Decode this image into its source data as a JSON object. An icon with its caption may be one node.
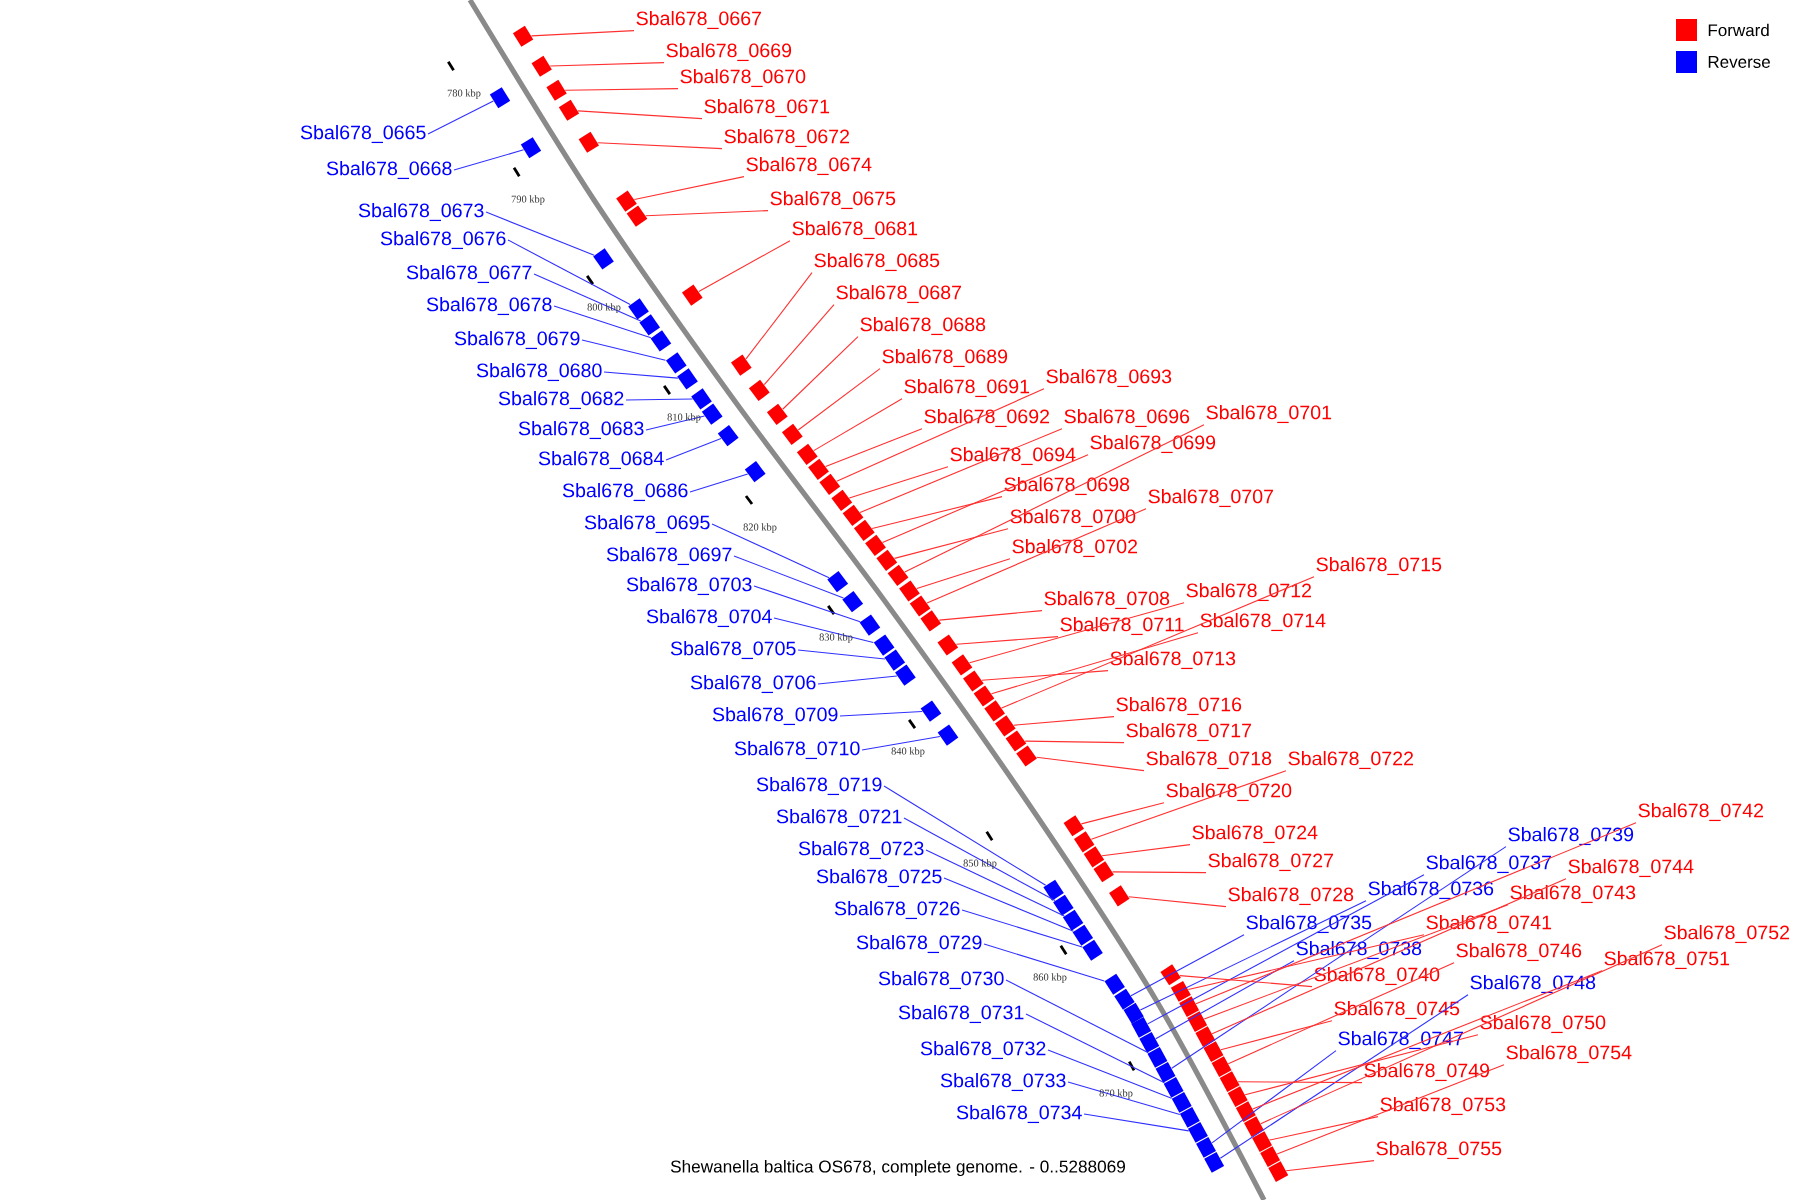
{
  "diagram": {
    "caption": "Shewanella baltica OS678, complete genome. - 0..5288069",
    "nodes": [
      {
        "text": [
          "Sbal678_0665"
        ]
      },
      {
        "text": [
          "Sbal678_0667"
        ]
      },
      {
        "text": [
          "Sbal678_0668"
        ]
      },
      {
        "text": [
          "Sbal678_0669"
        ]
      },
      {
        "text": [
          "Sbal678_0670"
        ]
      },
      {
        "text": [
          "Sbal678_0671"
        ]
      },
      {
        "text": [
          "Sbal678_0672"
        ]
      },
      {
        "text": [
          "Sbal678_0673"
        ]
      },
      {
        "text": [
          "Sbal678_0674"
        ]
      },
      {
        "text": [
          "Sbal678_0675"
        ]
      },
      {
        "text": [
          "Sbal678_0676"
        ]
      },
      {
        "text": [
          "Sbal678_0677"
        ]
      },
      {
        "text": [
          "Sbal678_0678"
        ]
      },
      {
        "text": [
          "Sbal678_0679"
        ]
      },
      {
        "text": [
          "Sbal678_0680"
        ]
      },
      {
        "text": [
          "Sbal678_0681"
        ]
      },
      {
        "text": [
          "Sbal678_0682"
        ]
      },
      {
        "text": [
          "Sbal678_0683"
        ]
      },
      {
        "text": [
          "Sbal678_0684"
        ]
      },
      {
        "text": [
          "Sbal678_0685"
        ]
      },
      {
        "text": [
          "Sbal678_0686"
        ]
      },
      {
        "text": [
          "Sbal678_0687"
        ]
      },
      {
        "text": [
          "Sbal678_0688"
        ]
      },
      {
        "text": [
          "Sbal678_0689"
        ]
      },
      {
        "text": [
          "Sbal678_0691"
        ]
      },
      {
        "text": [
          "Sbal678_0692"
        ]
      },
      {
        "text": [
          "Sbal678_0693"
        ]
      },
      {
        "text": [
          "Sbal678_0694"
        ]
      },
      {
        "text": [
          "Sbal678_0695"
        ]
      },
      {
        "text": [
          "Sbal678_0696"
        ]
      },
      {
        "text": [
          "Sbal678_0697"
        ]
      },
      {
        "text": [
          "Sbal678_0698"
        ]
      },
      {
        "text": [
          "Sbal678_0699"
        ]
      },
      {
        "text": [
          "Sbal678_0700"
        ]
      },
      {
        "text": [
          "Sbal678_0701"
        ]
      },
      {
        "text": [
          "Sbal678_0702"
        ]
      },
      {
        "text": [
          "Sbal678_0703"
        ]
      },
      {
        "text": [
          "Sbal678_0704"
        ]
      },
      {
        "text": [
          "Sbal678_0705"
        ]
      },
      {
        "text": [
          "Sbal678_0706"
        ]
      },
      {
        "text": [
          "Sbal678_0707"
        ]
      },
      {
        "text": [
          "Sbal678_0708"
        ]
      },
      {
        "text": [
          "Sbal678_0709"
        ]
      },
      {
        "text": [
          "Sbal678_0710"
        ]
      },
      {
        "text": [
          "Sbal678_0711"
        ]
      },
      {
        "text": [
          "Sbal678_0712"
        ]
      },
      {
        "text": [
          "Sbal678_0713"
        ]
      },
      {
        "text": [
          "Sbal678_0714"
        ]
      },
      {
        "text": [
          "Sbal678_0715"
        ]
      },
      {
        "text": [
          "Sbal678_0716"
        ]
      },
      {
        "text": [
          "Sbal678_0717"
        ]
      },
      {
        "text": [
          "Sbal678_0718"
        ]
      },
      {
        "text": [
          "Sbal678_0719"
        ]
      },
      {
        "text": [
          "Sbal678_0720"
        ]
      },
      {
        "text": [
          "Sbal678_0721"
        ]
      },
      {
        "text": [
          "Sbal678_0722"
        ]
      },
      {
        "text": [
          "Sbal678_0723"
        ]
      },
      {
        "text": [
          "Sbal678_0724"
        ]
      },
      {
        "text": [
          "Sbal678_0725"
        ]
      },
      {
        "text": [
          "Sbal678_0726"
        ]
      },
      {
        "text": [
          "Sbal678_0727"
        ]
      },
      {
        "text": [
          "Sbal678_0728"
        ]
      },
      {
        "text": [
          "Sbal678_0729"
        ]
      },
      {
        "text": [
          "Sbal678_0730"
        ]
      },
      {
        "text": [
          "Sbal678_0731"
        ]
      },
      {
        "text": [
          "Sbal678_0732"
        ]
      },
      {
        "text": [
          "Sbal678_0733"
        ]
      },
      {
        "text": [
          "Sbal678_0734"
        ]
      },
      {
        "text": [
          "Sbal678_0735"
        ]
      },
      {
        "text": [
          "Sbal678_0736"
        ]
      },
      {
        "text": [
          "Sbal678_0737"
        ]
      },
      {
        "text": [
          "Sbal678_0738"
        ]
      },
      {
        "text": [
          "Sbal678_0739"
        ]
      },
      {
        "text": [
          "Sbal678_0740"
        ]
      },
      {
        "text": [
          "Sbal678_0741"
        ]
      },
      {
        "text": [
          "Sbal678_0742"
        ]
      },
      {
        "text": [
          "Sbal678_0743"
        ]
      },
      {
        "text": [
          "Sbal678_0744"
        ]
      },
      {
        "text": [
          "Sbal678_0745"
        ]
      },
      {
        "text": [
          "Sbal678_0746"
        ]
      },
      {
        "text": [
          "Sbal678_0747"
        ]
      },
      {
        "text": [
          "Sbal678_0748"
        ]
      },
      {
        "text": [
          "Sbal678_0749"
        ]
      },
      {
        "text": [
          "Sbal678_0750"
        ]
      },
      {
        "text": [
          "Sbal678_0751"
        ]
      },
      {
        "text": [
          "Sbal678_0752"
        ]
      },
      {
        "text": [
          "Sbal678_0753"
        ]
      },
      {
        "text": [
          "Sbal678_0754"
        ]
      },
      {
        "text": [
          "Sbal678_0755"
        ]
      },
      {
        "text": [],
        "shape": "box"
      },
      {
        "text": [],
        "shape": "box"
      },
      {
        "text": [],
        "shape": "box"
      },
      {
        "text": [],
        "shape": "box"
      },
      {
        "text": [],
        "shape": "box"
      },
      {
        "text": [],
        "shape": "box"
      },
      {
        "text": [],
        "shape": "box"
      },
      {
        "text": [],
        "shape": "box"
      },
      {
        "text": [],
        "shape": "box"
      },
      {
        "text": [],
        "shape": "box"
      },
      {
        "text": [],
        "shape": "box"
      },
      {
        "text": [],
        "shape": "box"
      },
      {
        "text": [],
        "shape": "box"
      },
      {
        "text": [],
        "shape": "box"
      },
      {
        "text": [],
        "shape": "box"
      },
      {
        "text": [],
        "shape": "box"
      },
      {
        "text": [],
        "shape": "box"
      },
      {
        "text": [],
        "shape": "box"
      },
      {
        "text": [],
        "shape": "box"
      },
      {
        "text": [],
        "shape": "box"
      },
      {
        "text": [],
        "shape": "box"
      },
      {
        "text": [],
        "shape": "box"
      },
      {
        "text": [],
        "shape": "box"
      },
      {
        "text": [],
        "shape": "box"
      },
      {
        "text": [],
        "shape": "box"
      },
      {
        "text": [],
        "shape": "box"
      },
      {
        "text": [],
        "shape": "box"
      },
      {
        "text": [],
        "shape": "box"
      },
      {
        "text": [],
        "shape": "box"
      },
      {
        "text": [],
        "shape": "box"
      },
      {
        "text": [],
        "shape": "box"
      },
      {
        "text": [],
        "shape": "box"
      },
      {
        "text": [],
        "shape": "box"
      },
      {
        "text": [],
        "shape": "box"
      },
      {
        "text": [],
        "shape": "box"
      },
      {
        "text": [],
        "shape": "box"
      },
      {
        "text": [],
        "shape": "box"
      },
      {
        "text": [],
        "shape": "box"
      },
      {
        "text": [],
        "shape": "box"
      },
      {
        "text": [],
        "shape": "box"
      },
      {
        "text": [],
        "shape": "box"
      },
      {
        "text": [],
        "shape": "box"
      },
      {
        "text": [],
        "shape": "box"
      },
      {
        "text": [],
        "shape": "box"
      },
      {
        "text": [],
        "shape": "box"
      },
      {
        "text": [],
        "shape": "box"
      },
      {
        "text": [],
        "shape": "box"
      },
      {
        "text": [],
        "shape": "box"
      },
      {
        "text": [],
        "shape": "box"
      },
      {
        "text": [],
        "shape": "box"
      },
      {
        "text": [],
        "shape": "box"
      },
      {
        "text": [],
        "shape": "box"
      },
      {
        "text": [],
        "shape": "box"
      },
      {
        "text": [],
        "shape": "box"
      },
      {
        "text": [],
        "shape": "box"
      },
      {
        "text": [],
        "shape": "box"
      },
      {
        "text": [],
        "shape": "box"
      },
      {
        "text": [],
        "shape": "box"
      },
      {
        "text": [],
        "shape": "box"
      },
      {
        "text": [],
        "shape": "box"
      },
      {
        "text": [],
        "shape": "box"
      },
      {
        "text": [],
        "shape": "box"
      },
      {
        "text": [],
        "shape": "box"
      },
      {
        "text": [],
        "shape": "box"
      },
      {
        "text": [],
        "shape": "box"
      },
      {
        "text": [],
        "shape": "box"
      },
      {
        "text": [],
        "shape": "box"
      },
      {
        "text": [],
        "shape": "box"
      },
      {
        "text": [],
        "shape": "box"
      },
      {
        "text": [],
        "shape": "box"
      },
      {
        "text": [],
        "shape": "box"
      },
      {
        "text": [],
        "shape": "box"
      },
      {
        "text": [],
        "shape": "box"
      },
      {
        "text": [],
        "shape": "box"
      },
      {
        "text": [],
        "shape": "box"
      },
      {
        "text": [],
        "shape": "box"
      },
      {
        "text": [],
        "shape": "box"
      },
      {
        "text": [],
        "shape": "box"
      },
      {
        "text": [],
        "shape": "box"
      },
      {
        "text": [],
        "shape": "box"
      },
      {
        "text": [],
        "shape": "box"
      },
      {
        "text": [],
        "shape": "box"
      },
      {
        "text": [],
        "shape": "box"
      },
      {
        "text": [],
        "shape": "box"
      },
      {
        "text": [],
        "shape": "box"
      },
      {
        "text": [],
        "shape": "box"
      },
      {
        "text": [],
        "shape": "box"
      },
      {
        "text": [],
        "shape": "box"
      },
      {
        "text": [],
        "shape": "box"
      }
    ],
    "edges": [
      {
        "from": 0,
        "to": 89,
        "arrow": "none",
        "color": "#3030ff"
      },
      {
        "from": 1,
        "to": 90,
        "arrow": "none"
      },
      {
        "from": 2,
        "to": 91,
        "arrow": "none",
        "color": "#3030ff"
      },
      {
        "from": 3,
        "to": 92,
        "arrow": "none"
      },
      {
        "from": 4,
        "to": 93,
        "arrow": "none"
      },
      {
        "from": 5,
        "to": 94,
        "arrow": "none"
      },
      {
        "from": 6,
        "to": 95,
        "arrow": "none"
      },
      {
        "from": 7,
        "to": 96,
        "arrow": "none",
        "color": "#3030ff"
      },
      {
        "from": 8,
        "to": 97,
        "arrow": "none"
      },
      {
        "from": 9,
        "to": 98,
        "arrow": "none"
      },
      {
        "from": 10,
        "to": 99,
        "arrow": "none",
        "color": "#3030ff"
      },
      {
        "from": 11,
        "to": 100,
        "arrow": "none",
        "color": "#3030ff"
      },
      {
        "from": 12,
        "to": 101,
        "arrow": "none",
        "color": "#3030ff"
      },
      {
        "from": 13,
        "to": 102,
        "arrow": "none",
        "color": "#3030ff"
      },
      {
        "from": 14,
        "to": 103,
        "arrow": "none",
        "color": "#3030ff"
      },
      {
        "from": 15,
        "to": 104,
        "arrow": "none"
      },
      {
        "from": 16,
        "to": 105,
        "arrow": "none",
        "color": "#3030ff"
      },
      {
        "from": 17,
        "to": 106,
        "arrow": "none",
        "color": "#3030ff"
      },
      {
        "from": 18,
        "to": 107,
        "arrow": "none",
        "color": "#3030ff"
      },
      {
        "from": 19,
        "to": 108,
        "arrow": "none"
      },
      {
        "from": 20,
        "to": 109,
        "arrow": "none",
        "color": "#3030ff"
      },
      {
        "from": 21,
        "to": 110,
        "arrow": "none"
      },
      {
        "from": 22,
        "to": 111,
        "arrow": "none"
      },
      {
        "from": 23,
        "to": 112,
        "arrow": "none"
      },
      {
        "from": 24,
        "to": 113,
        "arrow": "none"
      },
      {
        "from": 25,
        "to": 114,
        "arrow": "none"
      },
      {
        "from": 26,
        "to": 115,
        "arrow": "none"
      },
      {
        "from": 27,
        "to": 116,
        "arrow": "none"
      },
      {
        "from": 28,
        "to": 117,
        "arrow": "none",
        "color": "#3030ff"
      },
      {
        "from": 29,
        "to": 118,
        "arrow": "none"
      },
      {
        "from": 30,
        "to": 119,
        "arrow": "none",
        "color": "#3030ff"
      },
      {
        "from": 31,
        "to": 120,
        "arrow": "none"
      },
      {
        "from": 32,
        "to": 121,
        "arrow": "none"
      },
      {
        "from": 33,
        "to": 122,
        "arrow": "none"
      },
      {
        "from": 34,
        "to": 123,
        "arrow": "none"
      },
      {
        "from": 35,
        "to": 124,
        "arrow": "none"
      },
      {
        "from": 36,
        "to": 125,
        "arrow": "none",
        "color": "#3030ff"
      },
      {
        "from": 37,
        "to": 126,
        "arrow": "none",
        "color": "#3030ff"
      },
      {
        "from": 38,
        "to": 127,
        "arrow": "none",
        "color": "#3030ff"
      },
      {
        "from": 39,
        "to": 128,
        "arrow": "none",
        "color": "#3030ff"
      },
      {
        "from": 40,
        "to": 129,
        "arrow": "none"
      },
      {
        "from": 41,
        "to": 130,
        "arrow": "none"
      },
      {
        "from": 42,
        "to": 131,
        "arrow": "none",
        "color": "#3030ff"
      },
      {
        "from": 43,
        "to": 132,
        "arrow": "none",
        "color": "#3030ff"
      },
      {
        "from": 44,
        "to": 133,
        "arrow": "none"
      },
      {
        "from": 45,
        "to": 134,
        "arrow": "none"
      },
      {
        "from": 46,
        "to": 135,
        "arrow": "none"
      },
      {
        "from": 47,
        "to": 136,
        "arrow": "none"
      },
      {
        "from": 48,
        "to": 137,
        "arrow": "none"
      },
      {
        "from": 49,
        "to": 138,
        "arrow": "none"
      },
      {
        "from": 50,
        "to": 139,
        "arrow": "none"
      },
      {
        "from": 51,
        "to": 140,
        "arrow": "none"
      },
      {
        "from": 52,
        "to": 141,
        "arrow": "none",
        "color": "#3030ff"
      },
      {
        "from": 53,
        "to": 142,
        "arrow": "none"
      },
      {
        "from": 54,
        "to": 143,
        "arrow": "none",
        "color": "#3030ff"
      },
      {
        "from": 55,
        "to": 144,
        "arrow": "none"
      },
      {
        "from": 56,
        "to": 145,
        "arrow": "none",
        "color": "#3030ff"
      },
      {
        "from": 57,
        "to": 146,
        "arrow": "none"
      },
      {
        "from": 58,
        "to": 147,
        "arrow": "none",
        "color": "#3030ff"
      },
      {
        "from": 59,
        "to": 148,
        "arrow": "none",
        "color": "#3030ff"
      },
      {
        "from": 60,
        "to": 149,
        "arrow": "none"
      },
      {
        "from": 61,
        "to": 150,
        "arrow": "none"
      },
      {
        "from": 62,
        "to": 151,
        "arrow": "none",
        "color": "#3030ff"
      },
      {
        "from": 63,
        "to": 152,
        "arrow": "none",
        "color": "#3030ff"
      },
      {
        "from": 64,
        "to": 153,
        "arrow": "none",
        "color": "#3030ff"
      },
      {
        "from": 65,
        "to": 154,
        "arrow": "none",
        "color": "#3030ff"
      },
      {
        "from": 66,
        "to": 155,
        "arrow": "none",
        "color": "#3030ff"
      },
      {
        "from": 67,
        "to": 156,
        "arrow": "none",
        "color": "#3030ff"
      },
      {
        "from": 68,
        "to": 157,
        "arrow": "none",
        "color": "#3030ff"
      },
      {
        "from": 69,
        "to": 158,
        "arrow": "none",
        "color": "#3030ff"
      },
      {
        "from": 70,
        "to": 159,
        "arrow": "none",
        "color": "#3030ff"
      },
      {
        "from": 71,
        "to": 160,
        "arrow": "none",
        "color": "#3030ff"
      },
      {
        "from": 72,
        "to": 161,
        "arrow": "none",
        "color": "#3030ff"
      },
      {
        "from": 73,
        "to": 162,
        "arrow": "none"
      },
      {
        "from": 74,
        "to": 163,
        "arrow": "none"
      },
      {
        "from": 75,
        "to": 164,
        "arrow": "none"
      },
      {
        "from": 76,
        "to": 165,
        "arrow": "none"
      },
      {
        "from": 77,
        "to": 166,
        "arrow": "none"
      },
      {
        "from": 78,
        "to": 167,
        "arrow": "none"
      },
      {
        "from": 79,
        "to": 168,
        "arrow": "none"
      },
      {
        "from": 80,
        "to": 169,
        "arrow": "none",
        "color": "#3030ff"
      },
      {
        "from": 81,
        "to": 170,
        "arrow": "none",
        "color": "#3030ff"
      },
      {
        "from": 82,
        "to": 171,
        "arrow": "none"
      },
      {
        "from": 83,
        "to": 172,
        "arrow": "none"
      },
      {
        "from": 84,
        "to": 173,
        "arrow": "none"
      },
      {
        "from": 85,
        "to": 174,
        "arrow": "none"
      },
      {
        "from": 86,
        "to": 175,
        "arrow": "none"
      },
      {
        "from": 87,
        "to": 176,
        "arrow": "none"
      },
      {
        "from": 88,
        "to": 177,
        "arrow": "none"
      }
    ],
    "labels": [
      "780 kbp",
      "790 kbp",
      "800 kbp",
      "810 kbp",
      "820 kbp",
      "830 kbp",
      "840 kbp",
      "850 kbp",
      "860 kbp",
      "870 kbp"
    ],
    "legend": [
      {
        "text": "Forward",
        "color": "#ff0000"
      },
      {
        "text": "Reverse",
        "color": "#0000ff"
      }
    ]
  }
}
